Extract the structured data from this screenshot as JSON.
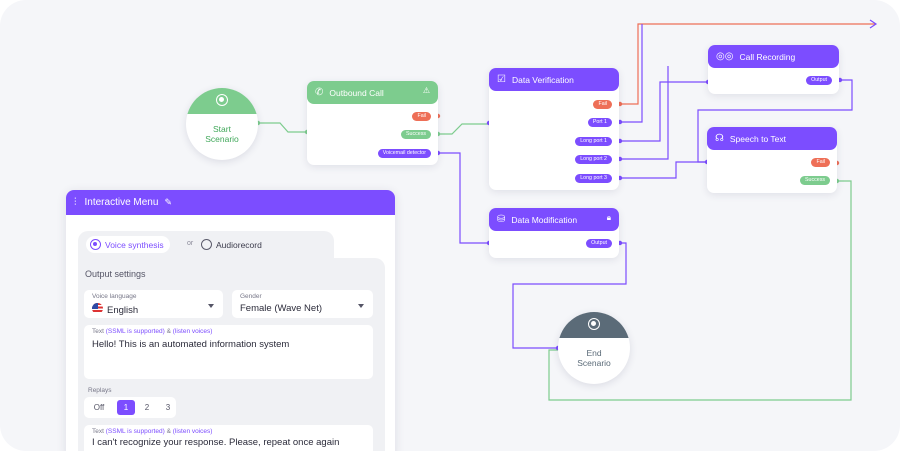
{
  "colors": {
    "primary": "#7c4dff",
    "success": "#7dcc8e",
    "fail": "#ee6f57",
    "end": "#5b6b78",
    "link_red": "#ee6f57"
  },
  "start": {
    "label_line1": "Start",
    "label_line2": "Scenario",
    "icon": "target-icon"
  },
  "end": {
    "label_line1": "End",
    "label_line2": "Scenario",
    "icon": "close-circle-icon"
  },
  "nodes": {
    "outbound": {
      "title": "Outbound Call",
      "icon": "phone-outgoing-icon",
      "right_icon": "warning-icon",
      "ports": {
        "fail": "Fail",
        "success": "Success",
        "voicemail": "Voicemail detector"
      }
    },
    "verify": {
      "title": "Data Verification",
      "icon": "checklist-icon",
      "ports": {
        "fail": "Fail",
        "port1": "Port 1",
        "long1": "Long port 1",
        "long2": "Long port 2",
        "long3": "Long port 3"
      }
    },
    "recording": {
      "title": "Call Recording",
      "icon": "voicemail-icon",
      "ports": {
        "output": "Output"
      }
    },
    "stt": {
      "title": "Speech to Text",
      "icon": "speech-icon",
      "ports": {
        "fail": "Fail",
        "success": "Success"
      }
    },
    "modify": {
      "title": "Data Modification",
      "icon": "database-icon",
      "right_icon": "lock-icon",
      "ports": {
        "output": "Output"
      }
    }
  },
  "panel": {
    "title": "Interactive Menu",
    "icon": "sliders-icon",
    "edit_icon": "pencil-icon",
    "tabs": {
      "voice": "Voice synthesis",
      "or": "or",
      "audio": "Audiorecord"
    },
    "output_settings": "Output settings",
    "voice_language": {
      "label": "Voice language",
      "value": "English",
      "flag": "us-flag-icon"
    },
    "gender": {
      "label": "Gender",
      "value": "Female (Wave Net)"
    },
    "text1": {
      "label_prefix": "Text",
      "label_link1": "(SSML is supported)",
      "label_amp": "&",
      "label_link2": "(listen voices)",
      "value": "Hello! This is an automated information system"
    },
    "replays": {
      "label": "Replays",
      "options": [
        "Off",
        "1",
        "2",
        "3"
      ],
      "selected": "1"
    },
    "text2": {
      "label_prefix": "Text",
      "label_link1": "(SSML is supported)",
      "label_amp": "&",
      "label_link2": "(listen voices)",
      "value": "I can't recognize your response. Please, repeat once again"
    }
  }
}
